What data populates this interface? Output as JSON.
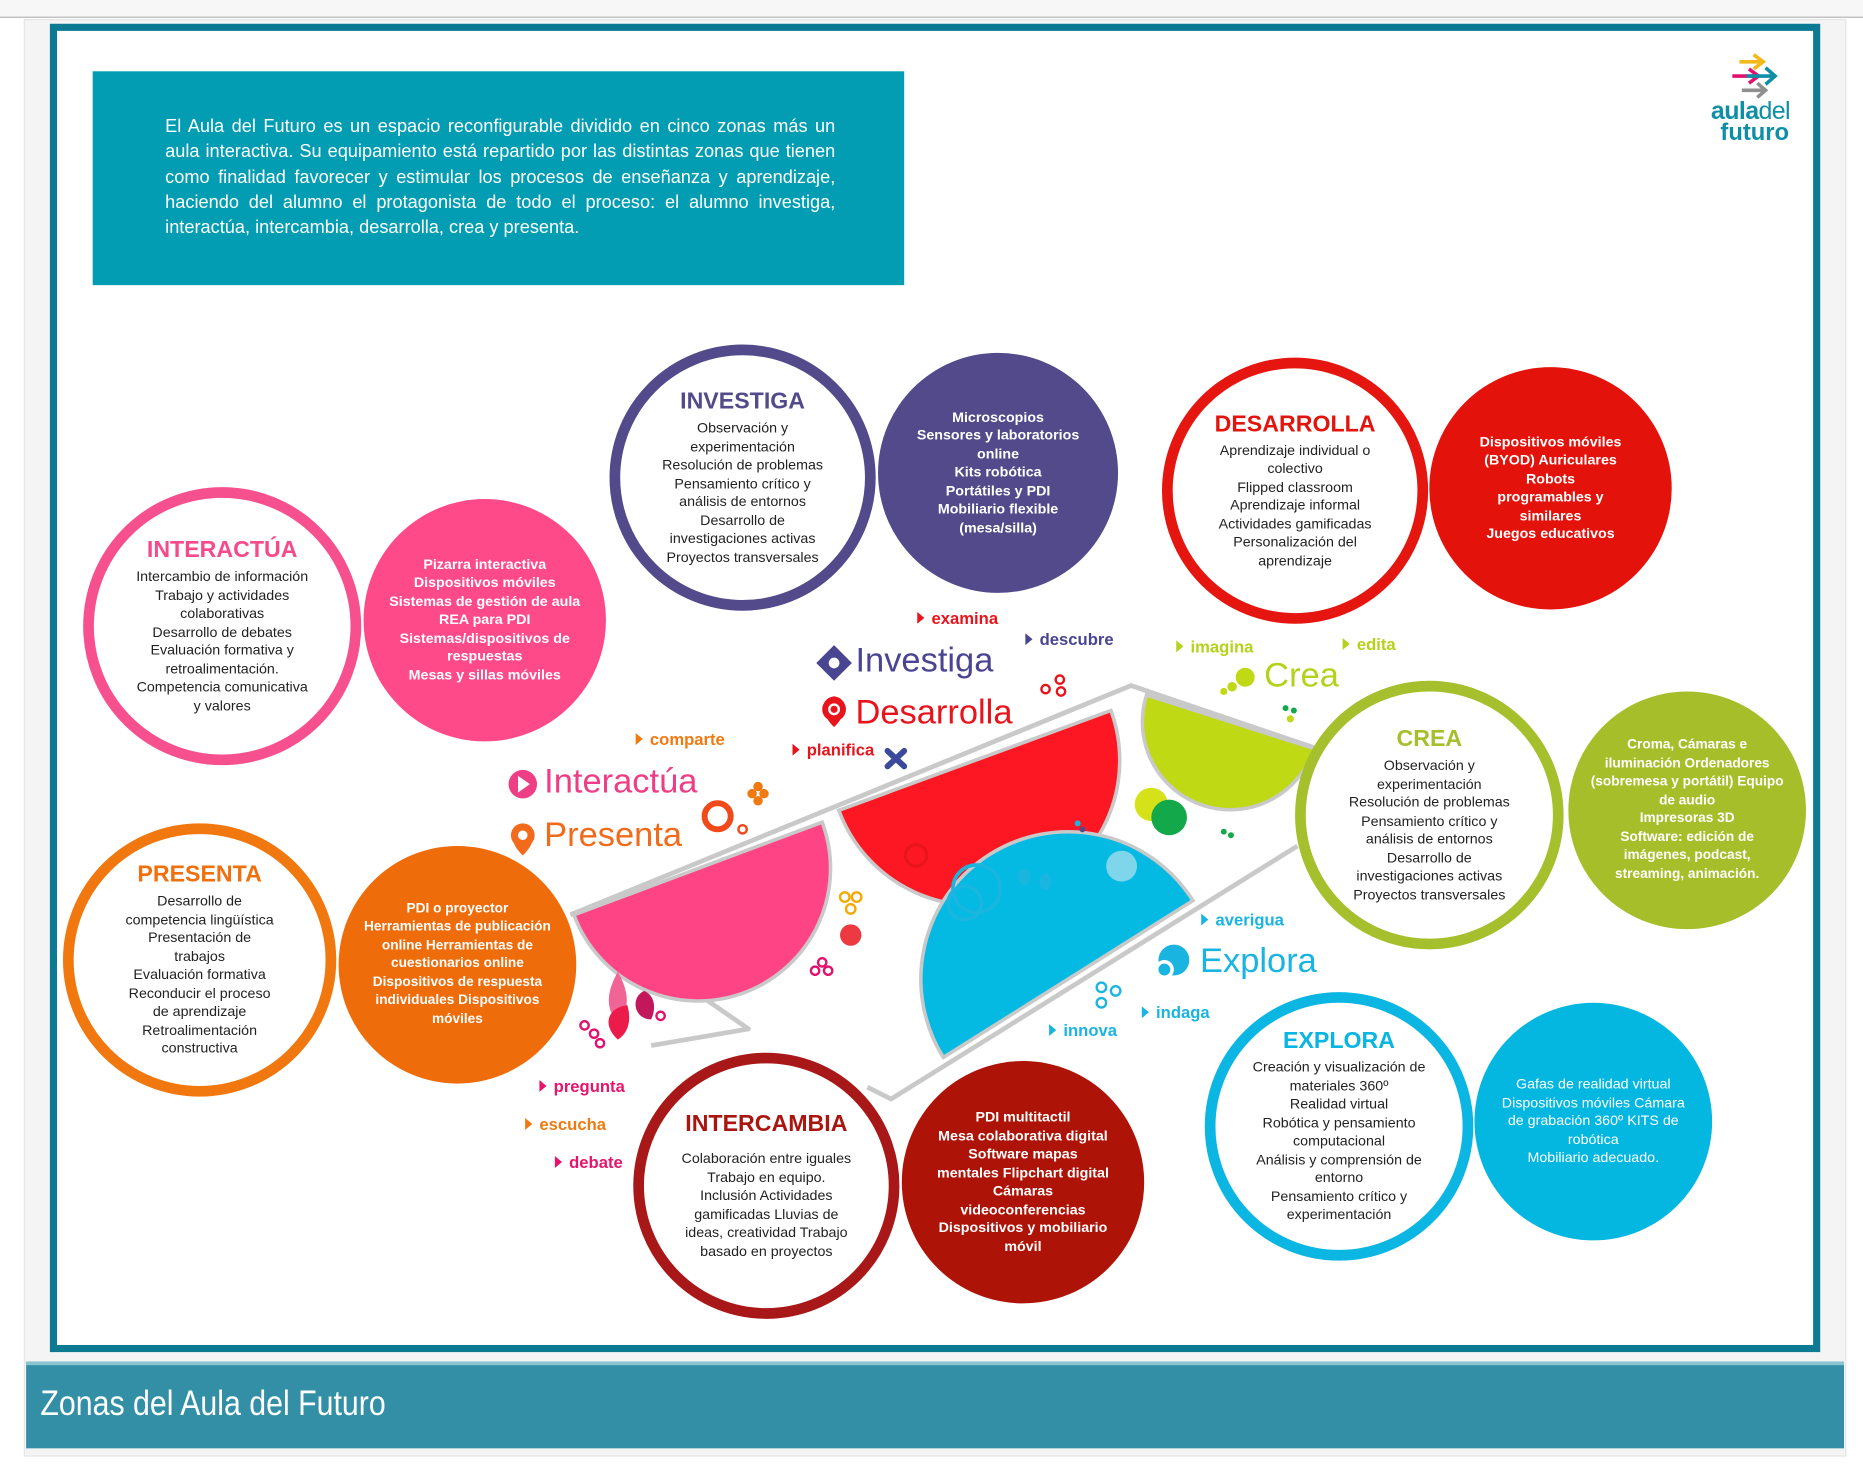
{
  "intro": "El Aula del Futuro es un espacio reconfigurable dividido en cinco zonas más un aula interactiva. Su equipamiento está repartido por las distintas zonas que tienen como finalidad favorecer y estimular los procesos de enseñanza y aprendizaje, haciendo del alumno el protagonista de todo el proceso: el alumno investiga, interactúa, intercambia, desarrolla, crea y presenta.",
  "logo": {
    "line1a": "aula",
    "line1b": "del",
    "line2": "futuro"
  },
  "caption": "Zonas del Aula del Futuro",
  "zones": {
    "interactua": {
      "title": "INTERACTÚA",
      "activities": "Intercambio de información\nTrabajo y actividades\ncolaborativas\nDesarrollo de debates\nEvaluación formativa y\nretroalimentación.\nCompetencia comunicativa\ny valores",
      "equipment": "Pizarra interactiva\nDispositivos móviles\nSistemas de gestión de aula\nREA para PDI\nSistemas/dispositivos de\nrespuestas\nMesas y sillas móviles",
      "color": "#f54a8c"
    },
    "investiga": {
      "title": "INVESTIGA",
      "activities": "Observación y\nexperimentación\nResolución de problemas\nPensamiento crítico y\nanálisis de entornos\nDesarrollo de\ninvestigaciones activas\nProyectos transversales",
      "equipment": "Microscopios\nSensores y laboratorios\nonline\nKits robótica\nPortátiles y PDI\nMobiliario flexible\n(mesa/silla)",
      "color": "#524a8a"
    },
    "desarrolla": {
      "title": "DESARROLLA",
      "activities": "Aprendizaje individual o\ncolectivo\nFlipped classroom\nAprendizaje informal\nActividades gamificadas\nPersonalización del\naprendizaje",
      "equipment": "Dispositivos móviles\n(BYOD) Auriculares\nRobots\nprogramables y\nsimilares\nJuegos educativos",
      "color": "#e3140d"
    },
    "crea": {
      "title": "CREA",
      "activities": "Observación y\nexperimentación\nResolución de problemas\nPensamiento crítico y\nanálisis de entornos\nDesarrollo de\ninvestigaciones activas\nProyectos transversales",
      "equipment": "Croma, Cámaras e\niluminación Ordenadores\n(sobremesa y portátil) Equipo\nde audio\nImpresoras 3D\nSoftware: edición  de\nimágenes, podcast,\nstreaming, animación.",
      "color": "#a6bf2c"
    },
    "presenta": {
      "title": "PRESENTA",
      "activities": "Desarrollo de\ncompetencia lingüística\nPresentación de\ntrabajos\nEvaluación formativa\nReconducir el proceso\nde aprendizaje\nRetroalimentación\nconstructiva",
      "equipment": "PDI o proyector\nHerramientas de publicación\nonline Herramientas de\ncuestionarios online\nDispositivos de respuesta\nindividuales Dispositivos\nmóviles",
      "color": "#ef700d"
    },
    "intercambia": {
      "title": "INTERCAMBIA",
      "activities": "Colaboración entre iguales\nTrabajo  en equipo.\nInclusión Actividades\ngamificadas Lluvias de\nideas, creatividad Trabajo\nbasado en proyectos",
      "equipment": "PDI multitactil\nMesa colaborativa digital\nSoftware mapas\nmentales Flipchart digital\nCámaras\nvideoconferencias\nDispositivos y mobiliario\nmóvil",
      "color": "#aa1510"
    },
    "explora": {
      "title": "EXPLORA",
      "activities": "Creación y visualización de\nmateriales 360º\nRealidad virtual\nRobótica y pensamiento\ncomputacional\nAnálisis y comprensión de\nentorno\nPensamiento crítico y\nexperimentación",
      "equipment": "Gafas de realidad  virtual\nDispositivos móviles Cámara\nde grabación  360º KITS de\nrobótica\nMobiliario adecuado.",
      "color": "#07b6e1"
    }
  },
  "diagram_labels": {
    "investiga": "Investiga",
    "desarrolla": "Desarrolla",
    "crea": "Crea",
    "interactua": "Interactúa",
    "presenta": "Presenta",
    "explora": "Explora"
  },
  "verbs": {
    "examina": "examina",
    "descubre": "descubre",
    "imagina": "imagina",
    "edita": "edita",
    "comparte": "comparte",
    "planifica": "planifica",
    "averigua": "averigua",
    "indaga": "indaga",
    "innova": "innova",
    "pregunta": "pregunta",
    "escucha": "escucha",
    "debate": "debate"
  }
}
